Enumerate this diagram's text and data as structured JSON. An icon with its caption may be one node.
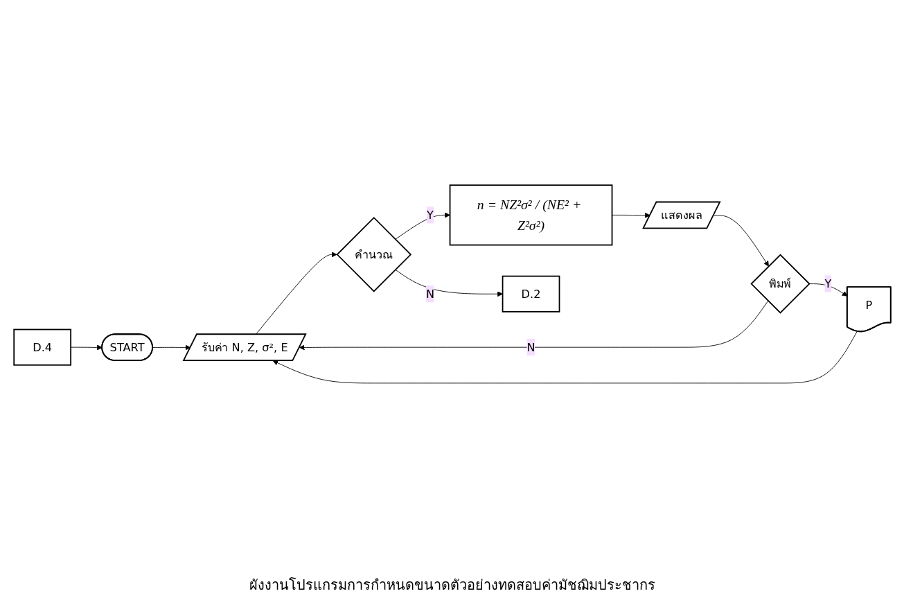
{
  "diagram": {
    "caption": "ผังงานโปรแกรมการกำหนดขนาดตัวอย่างทดสอบค่ามัชฌิมประชากร",
    "nodes": [
      {
        "text": [
          "START"
        ]
      },
      {
        "text": [
          "D.4"
        ]
      },
      {
        "text": [
          "รับค่า N, Z, σ², E"
        ]
      },
      {
        "text": [
          "คำนวณ"
        ]
      },
      {
        "text": [
          "n = NZ²σ² / (NE² + Z²σ²)"
        ]
      },
      {
        "text": [
          "แสดงผล"
        ]
      },
      {
        "text": [
          "พิมพ์"
        ]
      },
      {
        "text": [
          "P"
        ]
      },
      {
        "text": [
          "D.2"
        ]
      }
    ],
    "edges": [
      {
        "from": 1,
        "to": 0,
        "arrow": "to"
      },
      {
        "from": 0,
        "to": 2,
        "arrow": "to"
      },
      {
        "from": 2,
        "to": 3,
        "arrow": "to"
      },
      {
        "from": 3,
        "to": 4,
        "label": "Y",
        "arrow": "to"
      },
      {
        "from": 3,
        "to": 8,
        "label": "N",
        "arrow": "to"
      },
      {
        "from": 4,
        "to": 5,
        "arrow": "to"
      },
      {
        "from": 5,
        "to": 6,
        "arrow": "to"
      },
      {
        "from": 6,
        "to": 7,
        "label": "Y",
        "arrow": "to"
      },
      {
        "from": 6,
        "to": 2,
        "label": "N",
        "arrow": "to"
      },
      {
        "from": 7,
        "to": 2,
        "arrow": "to"
      }
    ]
  }
}
